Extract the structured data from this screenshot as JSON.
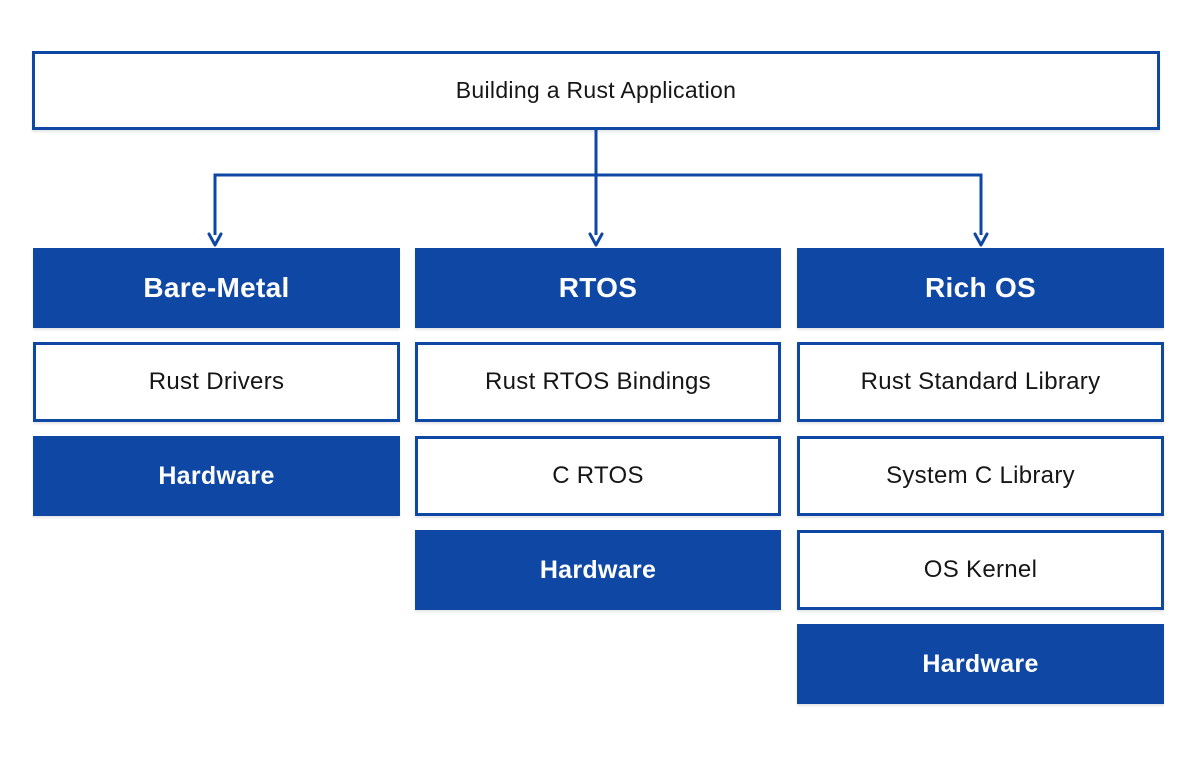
{
  "title": "Building a Rust Application",
  "colors": {
    "accent": "#0f47a5",
    "text": "#161616",
    "background": "#ffffff"
  },
  "columns": [
    {
      "header": "Bare-Metal",
      "items": [
        {
          "label": "Rust Drivers",
          "type": "plain"
        },
        {
          "label": "Hardware",
          "type": "filled"
        }
      ]
    },
    {
      "header": "RTOS",
      "items": [
        {
          "label": "Rust RTOS Bindings",
          "type": "plain"
        },
        {
          "label": "C RTOS",
          "type": "plain"
        },
        {
          "label": "Hardware",
          "type": "filled"
        }
      ]
    },
    {
      "header": "Rich OS",
      "items": [
        {
          "label": "Rust Standard Library",
          "type": "plain"
        },
        {
          "label": "System C Library",
          "type": "plain"
        },
        {
          "label": "OS Kernel",
          "type": "plain"
        },
        {
          "label": "Hardware",
          "type": "filled"
        }
      ]
    }
  ]
}
